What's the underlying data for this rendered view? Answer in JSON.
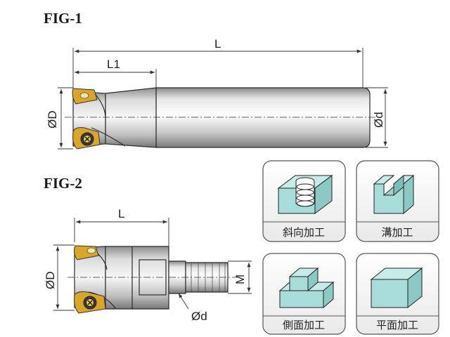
{
  "fig1": {
    "title": "FIG-1",
    "dim_L": "L",
    "dim_L1": "L1",
    "dim_D": "ØD",
    "dim_d": "Ød"
  },
  "fig2": {
    "title": "FIG-2",
    "dim_L": "L",
    "dim_D": "ØD",
    "dim_d": "Ød",
    "dim_M": "M"
  },
  "operations": [
    {
      "label": "斜向加工",
      "icon": "ramping-icon"
    },
    {
      "label": "溝加工",
      "icon": "slotting-icon"
    },
    {
      "label": "側面加工",
      "icon": "side-milling-icon"
    },
    {
      "label": "平面加工",
      "icon": "face-milling-icon"
    }
  ],
  "colors": {
    "insert_gold": "#d9a52a",
    "block_cyan": "#a8dcd8",
    "card_border": "#555555"
  }
}
